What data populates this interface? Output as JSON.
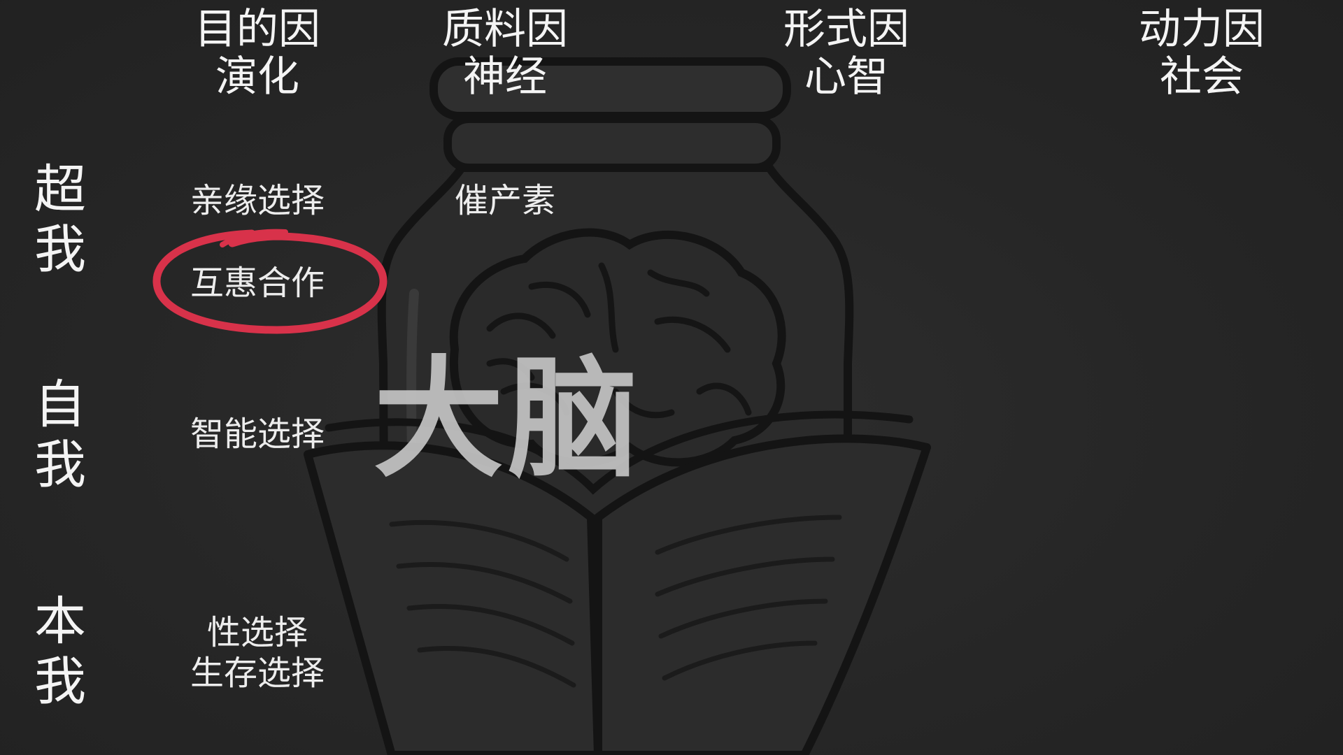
{
  "columns": [
    {
      "title": "目的因",
      "subtitle": "演化"
    },
    {
      "title": "质料因",
      "subtitle": "神经"
    },
    {
      "title": "形式因",
      "subtitle": "心智"
    },
    {
      "title": "动力因",
      "subtitle": "社会"
    }
  ],
  "rows": [
    {
      "line1": "超",
      "line2": "我"
    },
    {
      "line1": "自",
      "line2": "我"
    },
    {
      "line1": "本",
      "line2": "我"
    }
  ],
  "cells": {
    "kin_selection": "亲缘选择",
    "reciprocal_cooperation": "互惠合作",
    "oxytocin": "催产素",
    "intelligence_selection": "智能选择",
    "sexual_selection": "性选择",
    "survival_selection": "生存选择"
  },
  "center_label": "大脑",
  "highlight_color": "#d8324a",
  "illustration": [
    "brain-in-jar-icon",
    "open-book-icon"
  ]
}
